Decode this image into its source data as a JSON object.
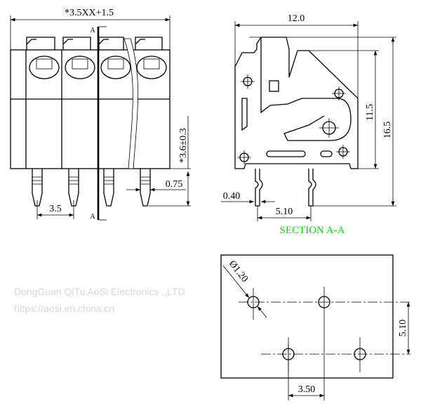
{
  "front_view": {
    "overall_width": "*3.5XX+1.5",
    "pitch": "3.5",
    "height_dim": "*3.6±0.3",
    "pin_width": "0.75",
    "section_marker": "A"
  },
  "section_view": {
    "width": "12.0",
    "height_total": "16.5",
    "height_body": "11.5",
    "pin_thickness": "0.40",
    "pin_spacing": "5.10",
    "title": "SECTION A-A",
    "title_color": "#00dd00"
  },
  "pcb_layout": {
    "hole_diameter": "Ø1.20",
    "row_spacing": "5.10",
    "pitch": "3.50"
  },
  "watermark": {
    "line1": "DongGuan QiTu AoSi Electronics .,LTD",
    "line2": "https://aosi.en.china.cn"
  }
}
